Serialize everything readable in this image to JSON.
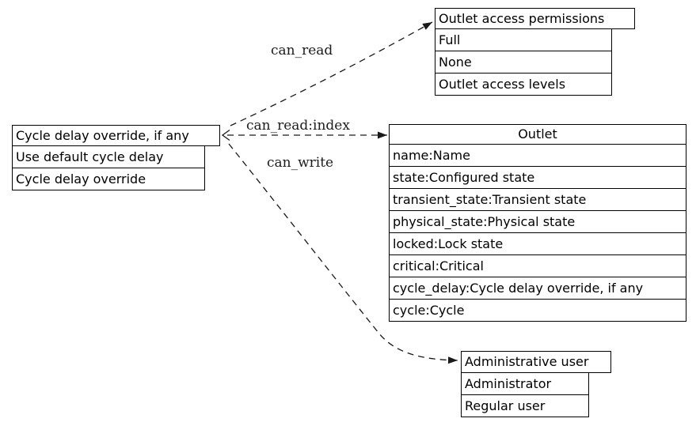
{
  "nodes": {
    "cycle_delay_override": {
      "title": "Cycle delay override, if any",
      "rows": [
        "Use default cycle delay",
        "Cycle delay override"
      ]
    },
    "outlet_access_permissions": {
      "title": "Outlet access permissions",
      "rows": [
        "Full",
        "None",
        "Outlet access levels"
      ]
    },
    "outlet": {
      "title": "Outlet",
      "rows": [
        "name:Name",
        "state:Configured state",
        "transient_state:Transient state",
        "physical_state:Physical state",
        "locked:Lock state",
        "critical:Critical",
        "cycle_delay:Cycle delay override, if any",
        "cycle:Cycle"
      ]
    },
    "administrative_user": {
      "title": "Administrative user",
      "rows": [
        "Administrator",
        "Regular user"
      ]
    }
  },
  "edges": {
    "can_read": {
      "label": "can_read",
      "from": "cycle_delay_override",
      "to": "outlet_access_permissions"
    },
    "can_read_index": {
      "label": "can_read:index",
      "from": "cycle_delay_override",
      "to": "outlet"
    },
    "can_write": {
      "label": "can_write",
      "from": "cycle_delay_override",
      "to": "administrative_user"
    }
  },
  "colors": {
    "background": "#ffffff",
    "line": "#1a1a1a",
    "border": "#000000",
    "text": "#000000"
  }
}
